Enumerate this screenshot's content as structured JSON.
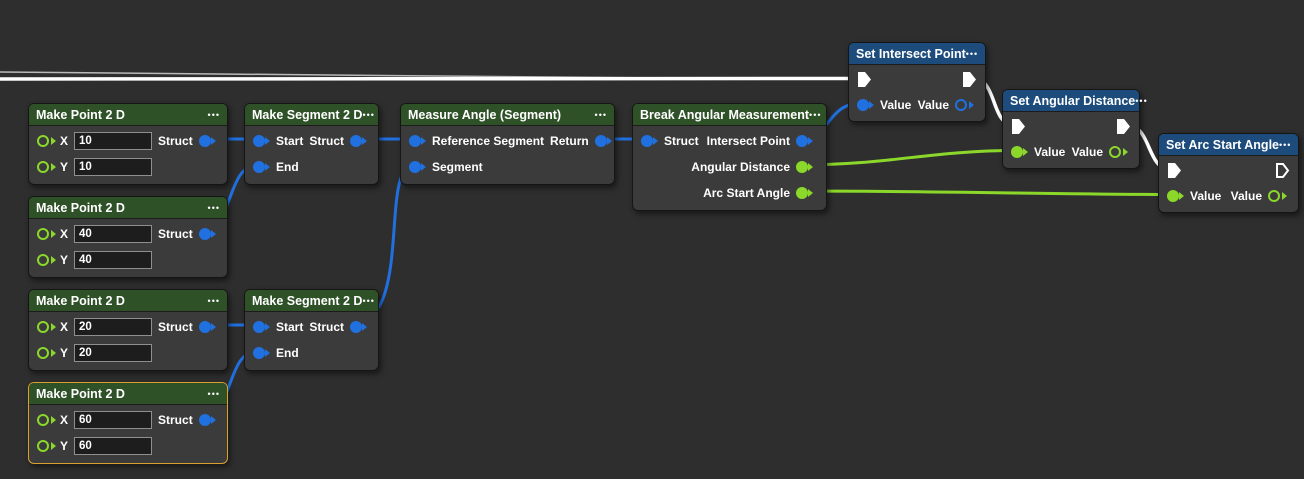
{
  "ui": {
    "menu_dots": "•••"
  },
  "colors": {
    "background": "#2e2e2e",
    "node_body": "#3b3b3b",
    "header_green": "#2f5128",
    "header_blue": "#1d4c7c",
    "pin_blue": "#2070e0",
    "pin_green": "#8bd82b",
    "wire_exec": "#ffffff",
    "selection_border": "#d9a02f"
  },
  "nodes": {
    "point1": {
      "title": "Make Point 2 D",
      "x_label": "X",
      "x_value": "10",
      "y_label": "Y",
      "y_value": "10",
      "struct_label": "Struct"
    },
    "point2": {
      "title": "Make Point 2 D",
      "x_label": "X",
      "x_value": "40",
      "y_label": "Y",
      "y_value": "40",
      "struct_label": "Struct"
    },
    "point3": {
      "title": "Make Point 2 D",
      "x_label": "X",
      "x_value": "20",
      "y_label": "Y",
      "y_value": "20",
      "struct_label": "Struct"
    },
    "point4": {
      "title": "Make Point 2 D",
      "x_label": "X",
      "x_value": "60",
      "y_label": "Y",
      "y_value": "60",
      "struct_label": "Struct",
      "selected": true
    },
    "segment1": {
      "title": "Make Segment 2 D",
      "start_label": "Start",
      "end_label": "End",
      "struct_label": "Struct"
    },
    "segment2": {
      "title": "Make Segment 2 D",
      "start_label": "Start",
      "end_label": "End",
      "struct_label": "Struct"
    },
    "measure": {
      "title": "Measure Angle (Segment)",
      "ref_label": "Reference Segment",
      "seg_label": "Segment",
      "return_label": "Return"
    },
    "brk": {
      "title": "Break Angular Measurement",
      "struct_label": "Struct",
      "intersect_label": "Intersect Point",
      "angular_label": "Angular Distance",
      "arc_label": "Arc Start Angle"
    },
    "set_intersect": {
      "title": "Set Intersect Point",
      "value_in_label": "Value",
      "value_out_label": "Value"
    },
    "set_angular": {
      "title": "Set Angular Distance",
      "value_in_label": "Value",
      "value_out_label": "Value"
    },
    "set_arc": {
      "title": "Set Arc Start Angle",
      "value_in_label": "Value",
      "value_out_label": "Value"
    }
  },
  "connections": [
    {
      "from": "point1.struct",
      "to": "segment1.start",
      "color": "blue"
    },
    {
      "from": "point2.struct",
      "to": "segment1.end",
      "color": "blue"
    },
    {
      "from": "point3.struct",
      "to": "segment2.start",
      "color": "blue"
    },
    {
      "from": "point4.struct",
      "to": "segment2.end",
      "color": "blue"
    },
    {
      "from": "segment1.struct",
      "to": "measure.reference_segment",
      "color": "blue"
    },
    {
      "from": "segment2.struct",
      "to": "measure.segment",
      "color": "blue"
    },
    {
      "from": "measure.return",
      "to": "brk.struct",
      "color": "blue"
    },
    {
      "from": "brk.intersect_point",
      "to": "set_intersect.value",
      "color": "blue"
    },
    {
      "from": "brk.angular_distance",
      "to": "set_angular.value",
      "color": "green"
    },
    {
      "from": "brk.arc_start_angle",
      "to": "set_arc.value",
      "color": "green"
    },
    {
      "from": "exec-offscreen-left",
      "to": "set_intersect.exec_in",
      "color": "white"
    },
    {
      "from": "set_intersect.exec_out",
      "to": "set_angular.exec_in",
      "color": "white"
    },
    {
      "from": "set_angular.exec_out",
      "to": "set_arc.exec_in",
      "color": "white"
    }
  ]
}
